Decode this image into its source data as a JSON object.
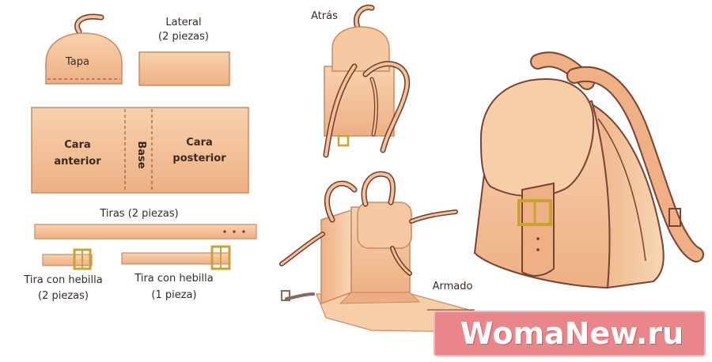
{
  "labels": {
    "tapa": "Tapa",
    "lateral_1": "Lateral",
    "lateral_2": "(2 piezas)",
    "cara_anterior_1": "Cara",
    "cara_anterior_2": "anterior",
    "base": "Base",
    "cara_posterior_1": "Cara",
    "cara_posterior_2": "posterior",
    "tiras": "Tiras (2 piezas)",
    "tira_hebilla_a_1": "Tira con hebilla",
    "tira_hebilla_a_2": "(2 piezas)",
    "tira_hebilla_b_1": "Tira con hebilla",
    "tira_hebilla_b_2": "(1 pieza)",
    "atras": "Atrás",
    "armado": "Armado"
  },
  "watermark": "WomaNew.ru",
  "colors": {
    "leather": "#f0b88c",
    "leather_light": "#f6cfa8",
    "leather_dark": "#d99468",
    "outline": "#6e3b2b",
    "buckle": "#d8b23a",
    "watermark_bg": "#e8868a"
  }
}
